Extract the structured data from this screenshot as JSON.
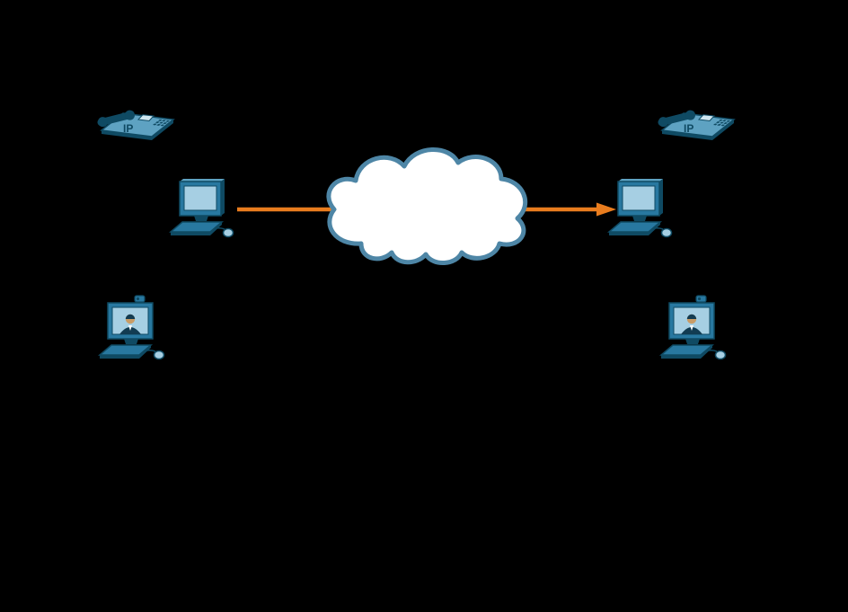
{
  "diagram": {
    "description": "Network diagram: IP phones, desktop computers and video-conference computers on both sides communicating left-to-right through a network cloud",
    "background_color": "#000000",
    "colors": {
      "device_blue": "#2878a0",
      "device_dark_blue": "#0f4a63",
      "device_screen_light": "#a6cfe3",
      "device_top_light": "#66a7c5",
      "cloud_fill": "#ffffff",
      "cloud_outline": "#4e86a6",
      "arrow_orange": "#e87c1e",
      "person_face": "#c99c66"
    },
    "nodes": {
      "ip_phone_left": {
        "type": "ip-phone",
        "label": "IP"
      },
      "desktop_left": {
        "type": "desktop-computer",
        "label": ""
      },
      "video_pc_left": {
        "type": "video-conference-computer",
        "label": ""
      },
      "cloud": {
        "type": "network-cloud",
        "label": ""
      },
      "ip_phone_right": {
        "type": "ip-phone",
        "label": "IP"
      },
      "desktop_right": {
        "type": "desktop-computer",
        "label": ""
      },
      "video_pc_right": {
        "type": "video-conference-computer",
        "label": ""
      }
    },
    "edges": [
      {
        "from": "desktop_left",
        "to": "desktop_right",
        "type": "arrow",
        "direction": "left-to-right",
        "color": "#e87c1e"
      }
    ]
  }
}
